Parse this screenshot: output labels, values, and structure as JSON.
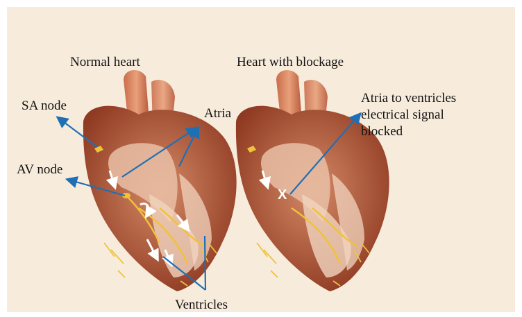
{
  "labels": {
    "normal_title": "Normal heart",
    "blocked_title": "Heart with blockage",
    "sa_node": "SA node",
    "av_node": "AV node",
    "atria": "Atria",
    "ventricles": "Ventricles",
    "blocked_line1": "Atria to ventricles",
    "blocked_line2": "electrical signal",
    "blocked_line3": "blocked",
    "block_mark": "X"
  },
  "colors": {
    "background": "#f7ecdc",
    "annotation_arrow": "#1f6fb5",
    "conduction_path": "#f0c23a",
    "muscle": "#b85a3c"
  }
}
